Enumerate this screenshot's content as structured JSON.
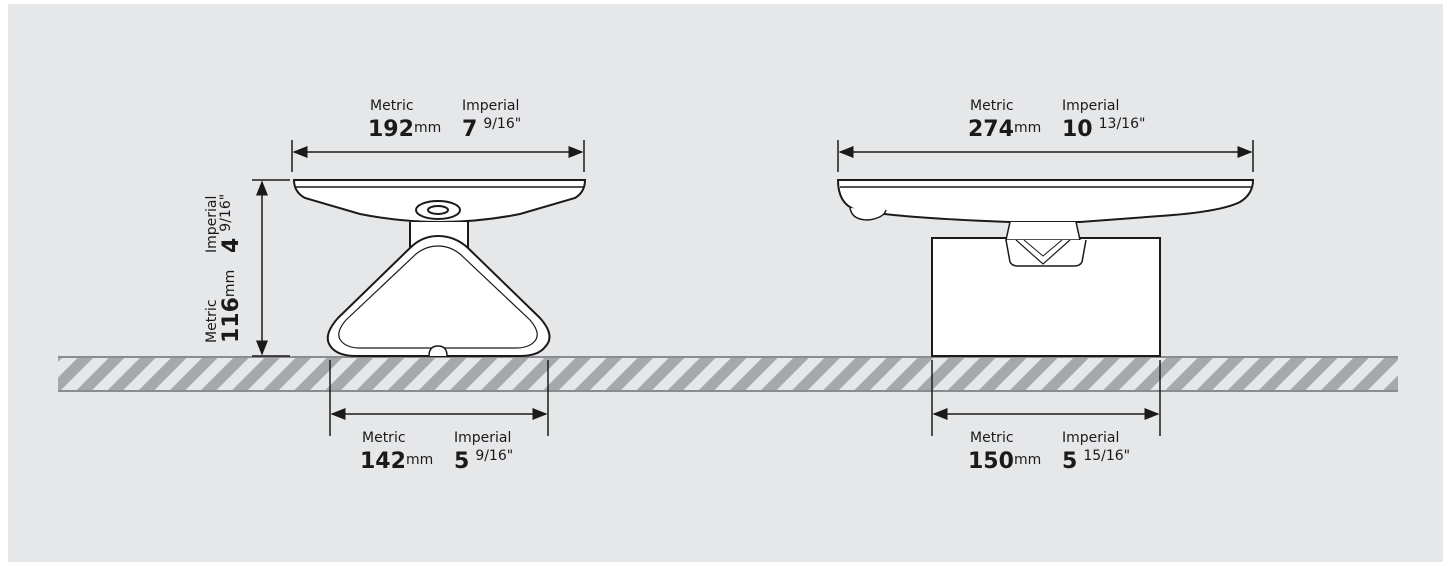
{
  "colors": {
    "background": "#e6e7e9",
    "line": "#1a1a1a",
    "hatch": "#a6a8ab",
    "device_fill": "#ffffff"
  },
  "left": {
    "top_dimension": {
      "metric_label": "Metric",
      "metric_value": "192",
      "metric_unit": "mm",
      "imperial_label": "Imperial",
      "imperial_whole": "7",
      "imperial_frac": "9/16\""
    },
    "height_dimension": {
      "metric_label": "Metric",
      "metric_value": "116",
      "metric_unit": "mm",
      "imperial_label": "Imperial",
      "imperial_whole": "4",
      "imperial_frac": "9/16\""
    },
    "base_dimension": {
      "metric_label": "Metric",
      "metric_value": "142",
      "metric_unit": "mm",
      "imperial_label": "Imperial",
      "imperial_whole": "5",
      "imperial_frac": "9/16\""
    }
  },
  "right": {
    "top_dimension": {
      "metric_label": "Metric",
      "metric_value": "274",
      "metric_unit": "mm",
      "imperial_label": "Imperial",
      "imperial_whole": "10",
      "imperial_frac": "13/16\""
    },
    "base_dimension": {
      "metric_label": "Metric",
      "metric_value": "150",
      "metric_unit": "mm",
      "imperial_label": "Imperial",
      "imperial_whole": "5",
      "imperial_frac": "15/16\""
    }
  }
}
